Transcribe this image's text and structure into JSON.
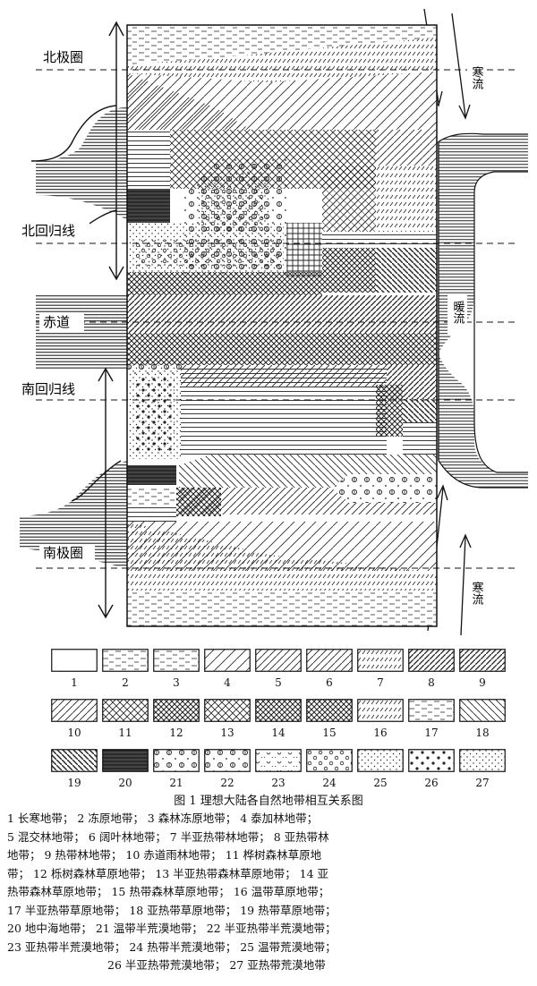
{
  "diagram": {
    "labels": {
      "arctic_circle": "北极圈",
      "tropic_cancer": "北回归线",
      "equator": "赤道",
      "tropic_capricorn": "南回归线",
      "antarctic_circle": "南极圈",
      "cold_current_north": "寒流",
      "warm_current": "暖流",
      "cold_current_south": "寒流"
    }
  },
  "legend": {
    "rows": [
      [
        "1",
        "2",
        "3",
        "4",
        "5",
        "6",
        "7",
        "8",
        "9"
      ],
      [
        "10",
        "11",
        "12",
        "13",
        "14",
        "15",
        "16",
        "17",
        "18"
      ],
      [
        "19",
        "20",
        "21",
        "22",
        "23",
        "24",
        "25",
        "26",
        "27"
      ]
    ]
  },
  "caption": "图 1   理想大陆各自然地带相互关系图",
  "description": [
    "1 长寒地带； 2 冻原地带； 3 森林冻原地带； 4 泰加林地带；",
    "5 混交林地带； 6 阔叶林地带； 7 半亚热带林地带； 8 亚热带林",
    "地带； 9 热带林地带； 10 赤道雨林地带； 11 桦树森林草原地",
    "带； 12 栎树森林草原地带； 13 半亚热带森林草原地带； 14 亚",
    "热带森林草原地带； 15 热带森林草原地带； 16 温带草原地带；",
    "17 半亚热带草原地带； 18 亚热带草原地带； 19 热带草原地带；",
    "20 地中海地带； 21 温带半荒漠地带； 22 半亚热带半荒漠地带；",
    "23 亚热带半荒漠地带； 24 热带半荒漠地带； 25 温带荒漠地带；",
    "26 半亚热带荒漠地带； 27 亚热带荒漠地带"
  ]
}
